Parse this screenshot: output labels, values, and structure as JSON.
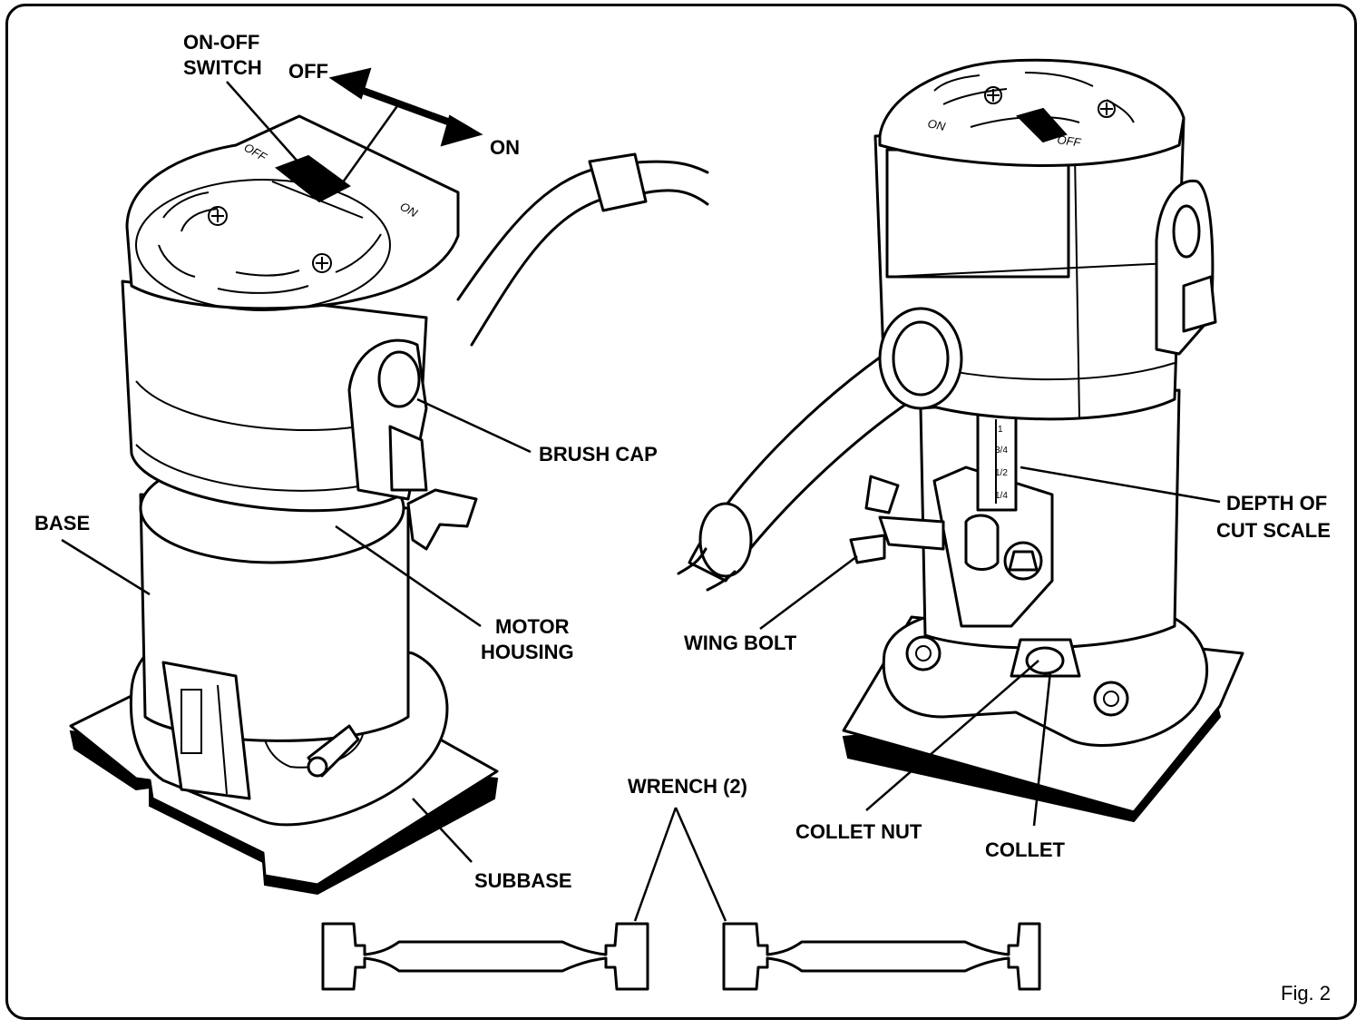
{
  "labels": {
    "on_off_switch_1": "ON-OFF",
    "on_off_switch_2": "SWITCH",
    "off": "OFF",
    "on": "ON",
    "brush_cap": "BRUSH CAP",
    "base": "BASE",
    "motor_housing_1": "MOTOR",
    "motor_housing_2": "HOUSING",
    "subbase": "SUBBASE",
    "wrench": "WRENCH (2)",
    "wing_bolt": "WING BOLT",
    "depth_1": "DEPTH OF",
    "depth_2": "CUT SCALE",
    "collet_nut": "COLLET NUT",
    "collet": "COLLET",
    "figure": "Fig. 2"
  },
  "embossed": {
    "left_off": "OFF",
    "left_on": "ON",
    "right_on": "ON",
    "right_off": "OFF"
  },
  "depth_scale": [
    "1",
    "3/4",
    "1/2",
    "1/4"
  ]
}
